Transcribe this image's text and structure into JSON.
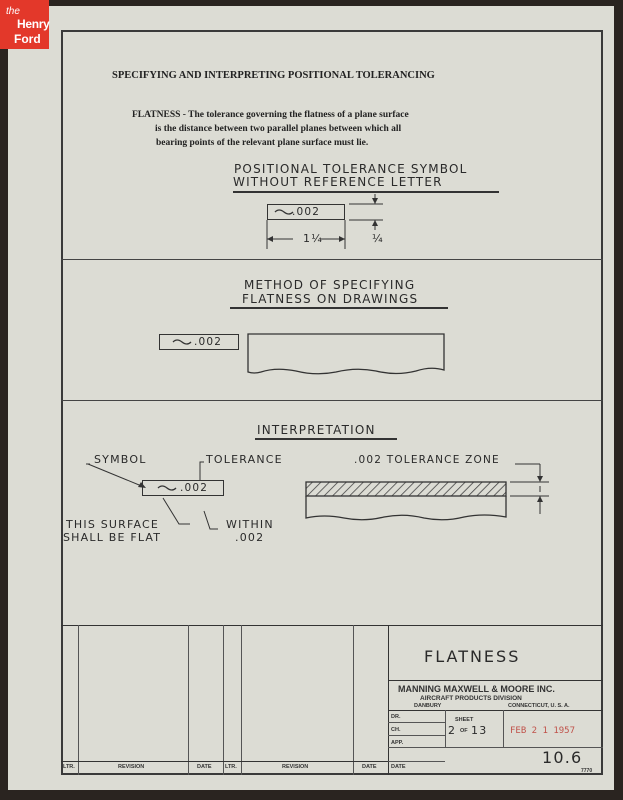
{
  "logo": {
    "line1": "the",
    "line2": "Henry",
    "line3": "Ford"
  },
  "title": "SPECIFYING AND INTERPRETING POSITIONAL TOLERANCING",
  "definition": {
    "term": "FLATNESS",
    "line1": " - The tolerance governing the flatness of a plane surface",
    "line2": "is the distance between two parallel planes between which all",
    "line3": "bearing points of the relevant plane surface must lie."
  },
  "section1": {
    "heading1": "POSITIONAL TOLERANCE SYMBOL",
    "heading2": "WITHOUT REFERENCE LETTER",
    "frame_value": ".002",
    "dim_width": "1¼",
    "dim_height": "¼",
    "symbol_icon": "flatness-symbol"
  },
  "section2": {
    "heading1": "METHOD OF SPECIFYING",
    "heading2": "FLATNESS ON DRAWINGS",
    "frame_value": ".002"
  },
  "section3": {
    "heading": "INTERPRETATION",
    "symbol_label": "SYMBOL",
    "tolerance_label": "TOLERANCE",
    "zone_label": ".002 TOLERANCE ZONE",
    "frame_value": ".002",
    "surface_label1": "THIS SURFACE",
    "surface_label2": "SHALL BE FLAT",
    "within_label1": "WITHIN",
    "within_label2": ".002"
  },
  "title_block": {
    "drawing_title": "FLATNESS",
    "company": "MANNING MAXWELL & MOORE INC.",
    "division": "AIRCRAFT PRODUCTS DIVISION",
    "city": "DANBURY",
    "state": "CONNECTICUT, U. S. A.",
    "dr": "DR.",
    "ch": "CH.",
    "app": "APP.",
    "date": "DATE",
    "sheet_label": "SHEET",
    "sheet_num": "2",
    "sheet_of": "OF",
    "sheet_total": "13",
    "stamp_date": "FEB 2 1 1957",
    "drawing_number": "10.6",
    "form_number": "7770",
    "rev_headers": [
      "LTR.",
      "REVISION",
      "DATE",
      "LTR.",
      "REVISION",
      "DATE"
    ]
  }
}
